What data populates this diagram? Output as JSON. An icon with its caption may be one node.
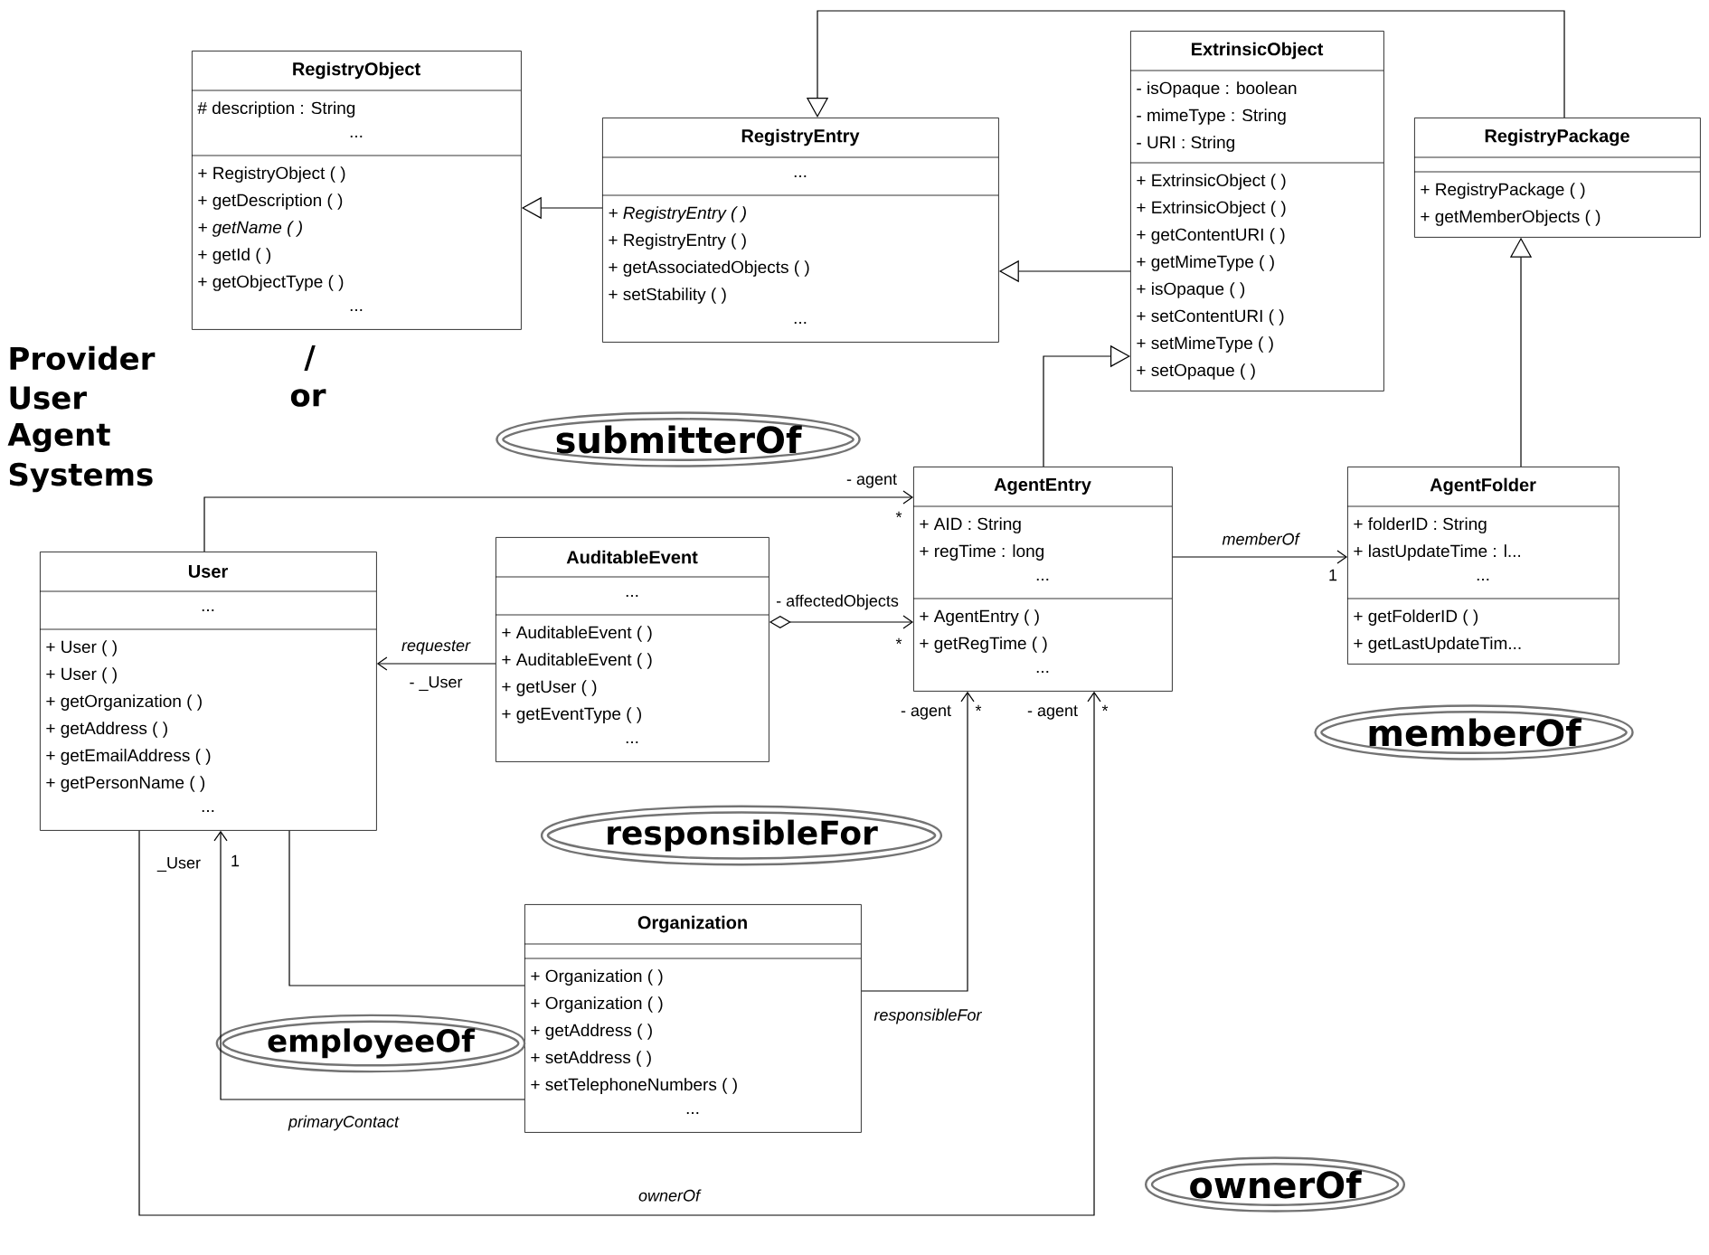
{
  "diagram": {
    "nodes": [
      {
        "text": [
          "RegistryObject",
          "# description : String",
          "...",
          "+ RegistryObject ( )",
          "+ getDescription ( )",
          "+ getName ( )",
          "+ getId ( )",
          "+ getObjectType ( )",
          "..."
        ]
      },
      {
        "text": [
          "RegistryEntry",
          "...",
          "+ RegistryEntry ( )",
          "+ RegistryEntry ( )",
          "+ getAssociatedObjects ( )",
          "+ setStability ( )",
          "..."
        ]
      },
      {
        "text": [
          "ExtrinsicObject",
          "- isOpaque : boolean",
          "- mimeType : String",
          "- URI : String",
          "+ ExtrinsicObject ( )",
          "+ ExtrinsicObject ( )",
          "+ getContentURI ( )",
          "+ getMimeType ( )",
          "+ isOpaque ( )",
          "+ setContentURI ( )",
          "+ setMimeType ( )",
          "+ setOpaque ( )"
        ]
      },
      {
        "text": [
          "RegistryPackage",
          "+ RegistryPackage ( )",
          "+ getMemberObjects ( )"
        ]
      },
      {
        "text": [
          "AgentEntry",
          "+ AID : String",
          "+ regTime : long",
          "...",
          "+ AgentEntry ( )",
          "+ getRegTime ( )",
          "..."
        ]
      },
      {
        "text": [
          "AgentFolder",
          "+ folderID : String",
          "+ lastUpdateTime : l...",
          "...",
          "+ getFolderID ( )",
          "+ getLastUpdateTim..."
        ]
      },
      {
        "text": [
          "User",
          "...",
          "+ User ( )",
          "+ User ( )",
          "+ getOrganization ( )",
          "+ getAddress ( )",
          "+ getEmailAddress ( )",
          "+ getPersonName ( )",
          "..."
        ]
      },
      {
        "text": [
          "AuditableEvent",
          "...",
          "+ AuditableEvent ( )",
          "+ AuditableEvent ( )",
          "+ getUser ( )",
          "+ getEventType ( )",
          "..."
        ]
      },
      {
        "text": [
          "Organization",
          "+ Organization ( )",
          "+ Organization ( )",
          "+ getAddress ( )",
          "+ setAddress ( )",
          "+ setTelephoneNumbers ( )",
          "..."
        ]
      },
      {
        "text": [
          "submitterOf"
        ]
      },
      {
        "text": [
          "memberOf"
        ]
      },
      {
        "text": [
          "responsibleFor"
        ]
      },
      {
        "text": [
          "employeeOf"
        ]
      },
      {
        "text": [
          "ownerOf"
        ]
      }
    ],
    "edges": [
      {
        "from": 1,
        "to": 0,
        "arrow": "to"
      },
      {
        "from": 2,
        "to": 1,
        "arrow": "to"
      },
      {
        "from": 3,
        "to": 1,
        "arrow": "to"
      },
      {
        "from": 4,
        "to": 2,
        "arrow": "to"
      },
      {
        "from": 5,
        "to": 3,
        "arrow": "to"
      },
      {
        "from": 6,
        "to": 4,
        "arrow": "to"
      },
      {
        "from": 7,
        "to": 4,
        "arrow": "to"
      },
      {
        "from": 7,
        "to": 6,
        "arrow": "to",
        "label": "requester"
      },
      {
        "from": 4,
        "to": 5,
        "arrow": "to",
        "label": "memberOf"
      },
      {
        "from": 6,
        "to": 8,
        "arrow": "none"
      },
      {
        "from": 8,
        "to": 6,
        "arrow": "to",
        "label": "primaryContact"
      },
      {
        "from": 8,
        "to": 4,
        "arrow": "to",
        "label": "responsibleFor"
      },
      {
        "from": 6,
        "to": 4,
        "arrow": "to",
        "label": "ownerOf"
      }
    ],
    "labels": [
      "Provider",
      "/",
      "User",
      "or",
      "Agent",
      "Systems",
      "- agent",
      "*",
      "- affectedObjects",
      "*",
      "- _User",
      "1",
      "- agent",
      "*",
      "- agent",
      "*",
      "_User",
      "1"
    ]
  }
}
